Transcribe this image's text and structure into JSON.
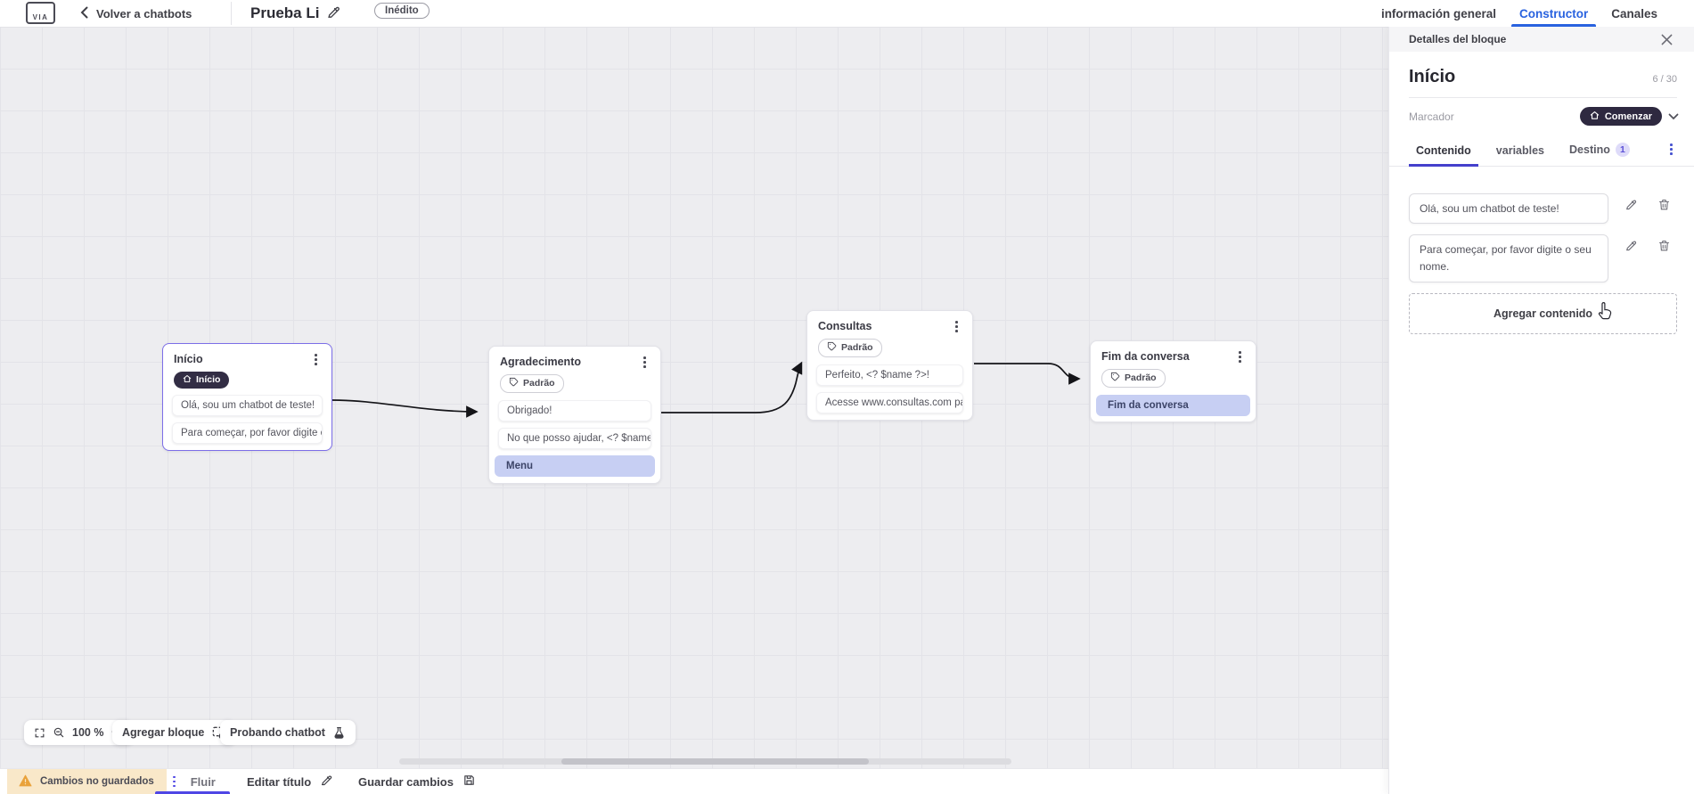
{
  "header": {
    "logo": "VIA",
    "back": "Volver a chatbots",
    "title": "Prueba Li",
    "badge": "Inédito",
    "tabs": [
      {
        "label": "información general"
      },
      {
        "label": "Constructor"
      },
      {
        "label": "Canales"
      }
    ]
  },
  "canvas": {
    "zoom": "100 %",
    "add_block": "Agregar bloque",
    "test_chatbot": "Probando chatbot",
    "nodes": [
      {
        "title": "Início",
        "badge": "Início",
        "rows": [
          {
            "text": "Olá, sou um chatbot de teste!"
          },
          {
            "text": "Para começar, por favor digite o ..."
          }
        ]
      },
      {
        "title": "Agradecimento",
        "badge": "Padrão",
        "rows": [
          {
            "text": "Obrigado!"
          },
          {
            "text": "No que posso ajudar, <? $name ..."
          },
          {
            "text": "Menu"
          }
        ]
      },
      {
        "title": "Consultas",
        "badge": "Padrão",
        "rows": [
          {
            "text": "Perfeito, <? $name ?>!"
          },
          {
            "text": "Acesse www.consultas.com par..."
          }
        ]
      },
      {
        "title": "Fim da conversa",
        "badge": "Padrão",
        "rows": [
          {
            "text": "Fim da conversa"
          }
        ]
      }
    ]
  },
  "panel": {
    "title": "Detalles del bloque",
    "block_name": "Início",
    "counter": "6 / 30",
    "marker_label": "Marcador",
    "marker_value": "Comenzar",
    "tabs": [
      {
        "label": "Contenido"
      },
      {
        "label": "variables"
      },
      {
        "label": "Destino",
        "badge": "1"
      }
    ],
    "contents": [
      {
        "text": "Olá, sou um chatbot de teste!"
      },
      {
        "text": "Para começar, por favor digite o seu nome."
      }
    ],
    "add_content": "Agregar contenido"
  },
  "footer": {
    "unsaved": "Cambios no guardados",
    "flow_tab": "Fluir",
    "edit_title": "Editar título",
    "save": "Guardar cambios"
  },
  "colors": {
    "accent_blue": "#2962df",
    "accent_indigo": "#4f46e5",
    "selected_node_border": "#7c6ee8",
    "dark_pill": "#322d44",
    "highlight_row": "#c7cff3",
    "warning_bg": "#f9e8c9",
    "warning_icon": "#e9a23b",
    "canvas_bg": "#ededf0"
  }
}
